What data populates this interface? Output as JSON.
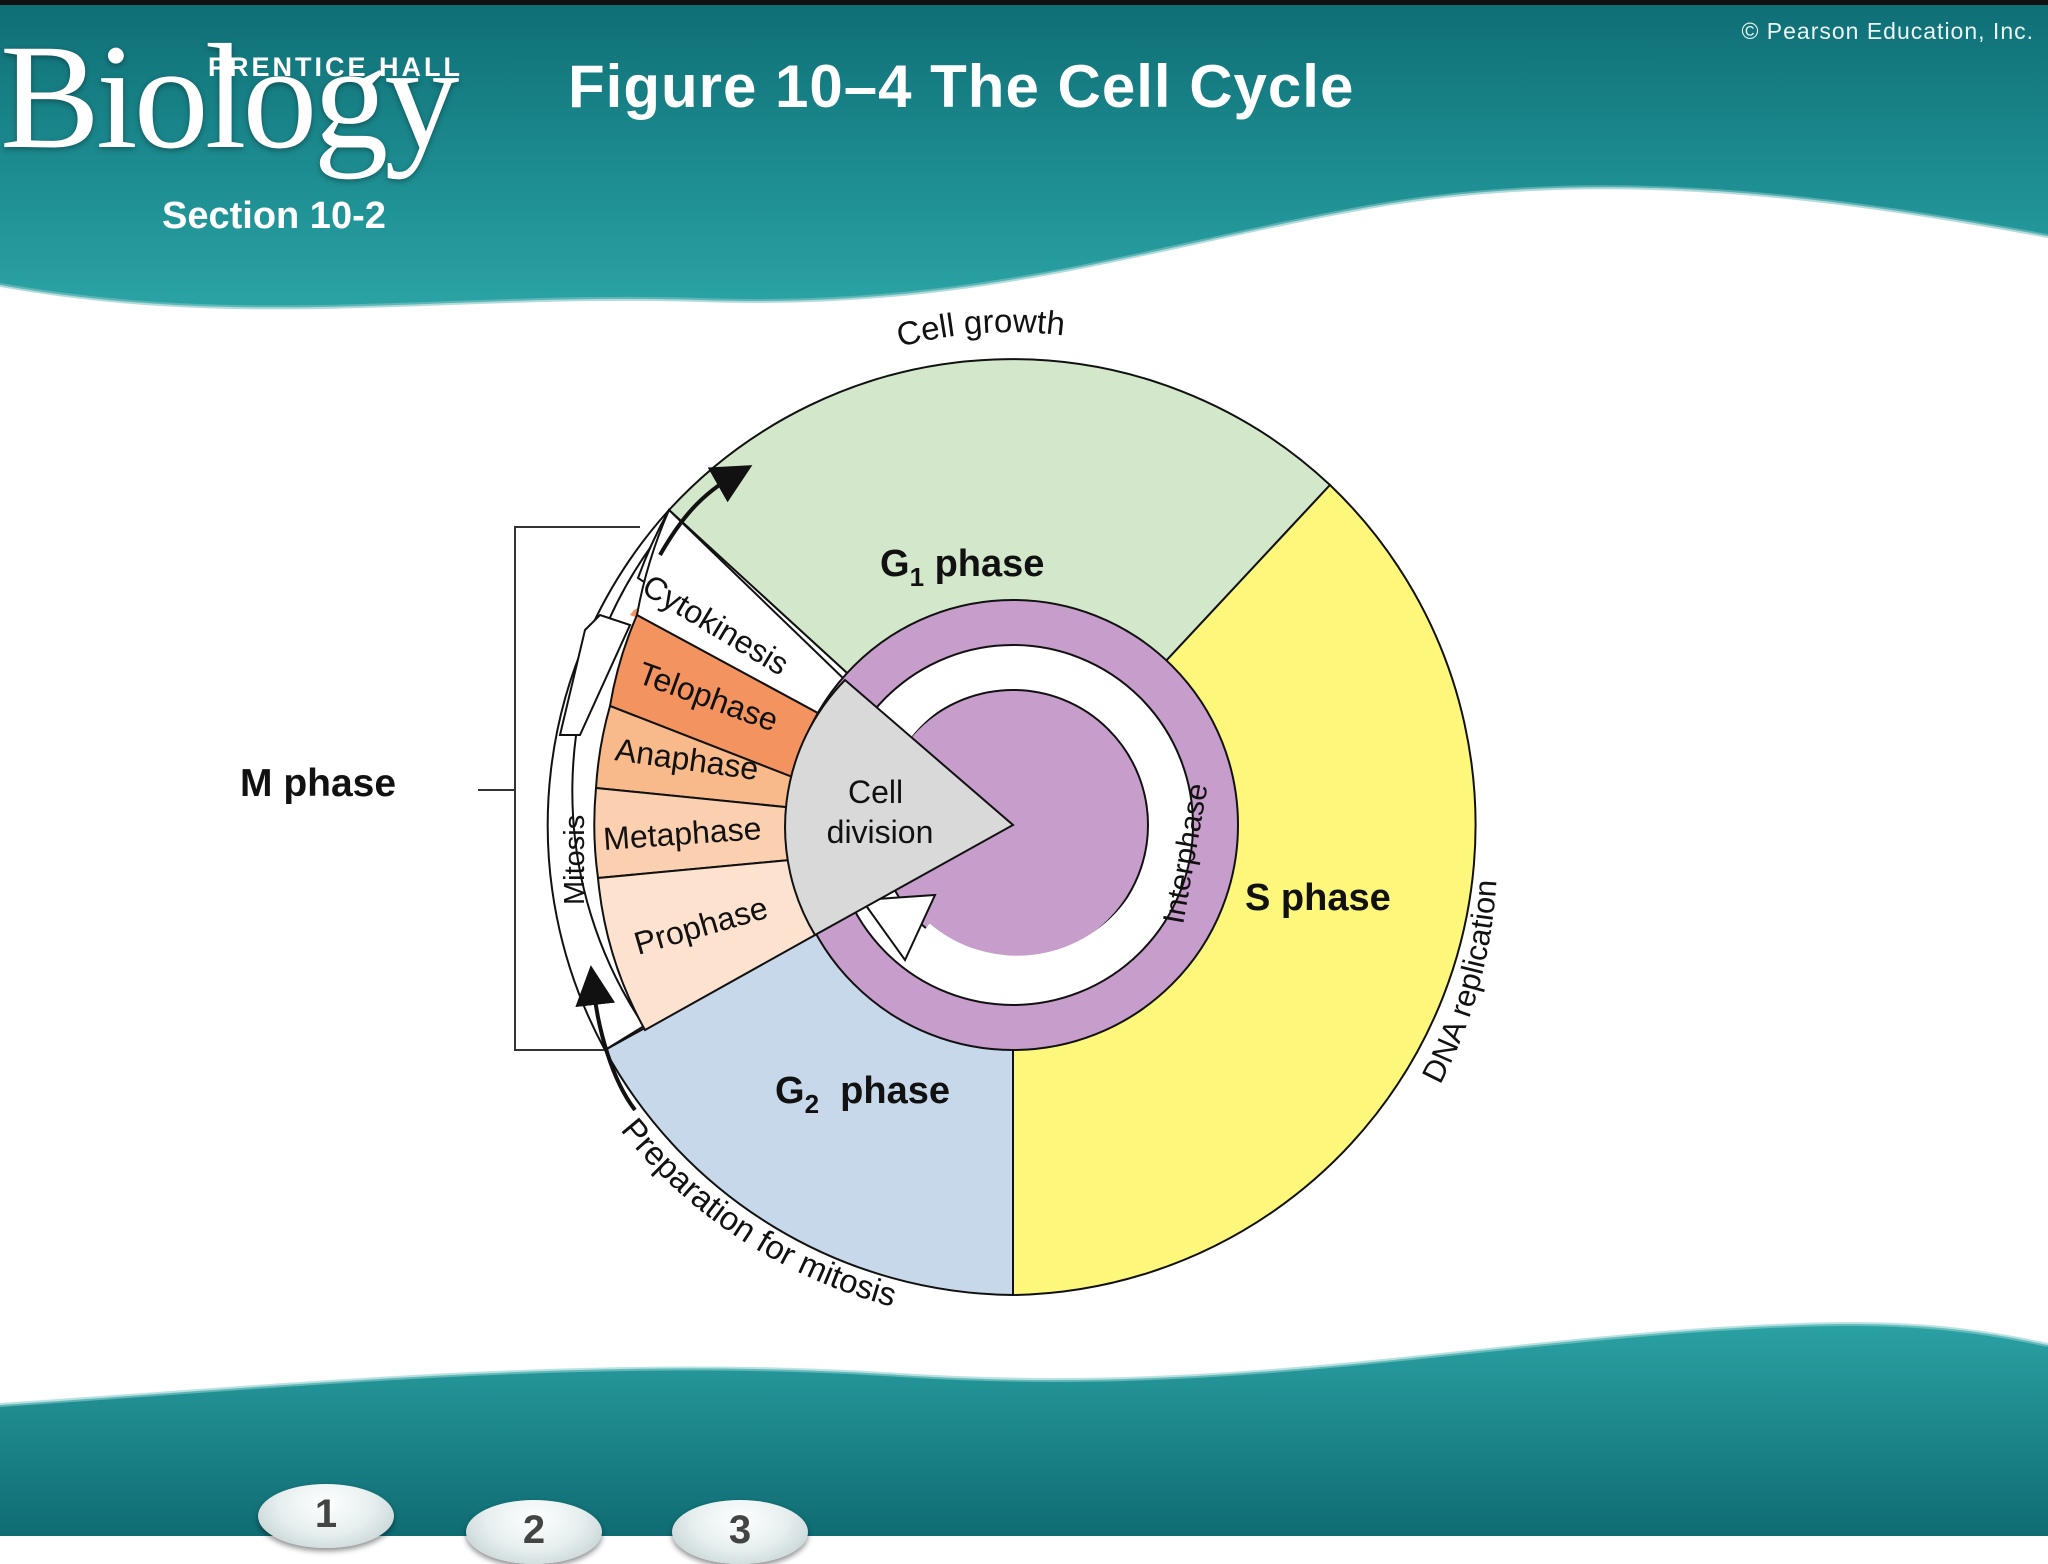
{
  "header": {
    "brand": "Biology",
    "publisher": "PRENTICE HALL",
    "section": "Section 10-2",
    "figure_title": "Figure 10–4 The Cell Cycle",
    "copyright": "© Pearson Education, Inc."
  },
  "diagram": {
    "g1": {
      "label": "G",
      "sub": "1",
      "suffix": " phase",
      "description": "Cell growth"
    },
    "s": {
      "label": "S phase",
      "description": "DNA replication"
    },
    "g2": {
      "label": "G",
      "sub": "2",
      "suffix": "  phase",
      "description": "Preparation for mitosis"
    },
    "m_phase": "M phase",
    "mitosis": "Mitosis",
    "cytokinesis": "Cytokinesis",
    "stages": [
      "Telophase",
      "Anaphase",
      "Metaphase",
      "Prophase"
    ],
    "center_lines": [
      "Cell",
      "division"
    ],
    "interphase": "Interphase"
  },
  "colors": {
    "teal": "#1e8c8f",
    "g1": "#d3e8cb",
    "s": "#fdf87b",
    "g2": "#c6d8ea",
    "interphase_ring": "#c79dcc",
    "cell_division": "#d9d9d9",
    "telophase": "#f3935f",
    "anaphase": "#f8b98b",
    "metaphase": "#fbd0b0",
    "prophase": "#fde2d0"
  },
  "nav": {
    "buttons": [
      "1",
      "2",
      "3"
    ]
  }
}
